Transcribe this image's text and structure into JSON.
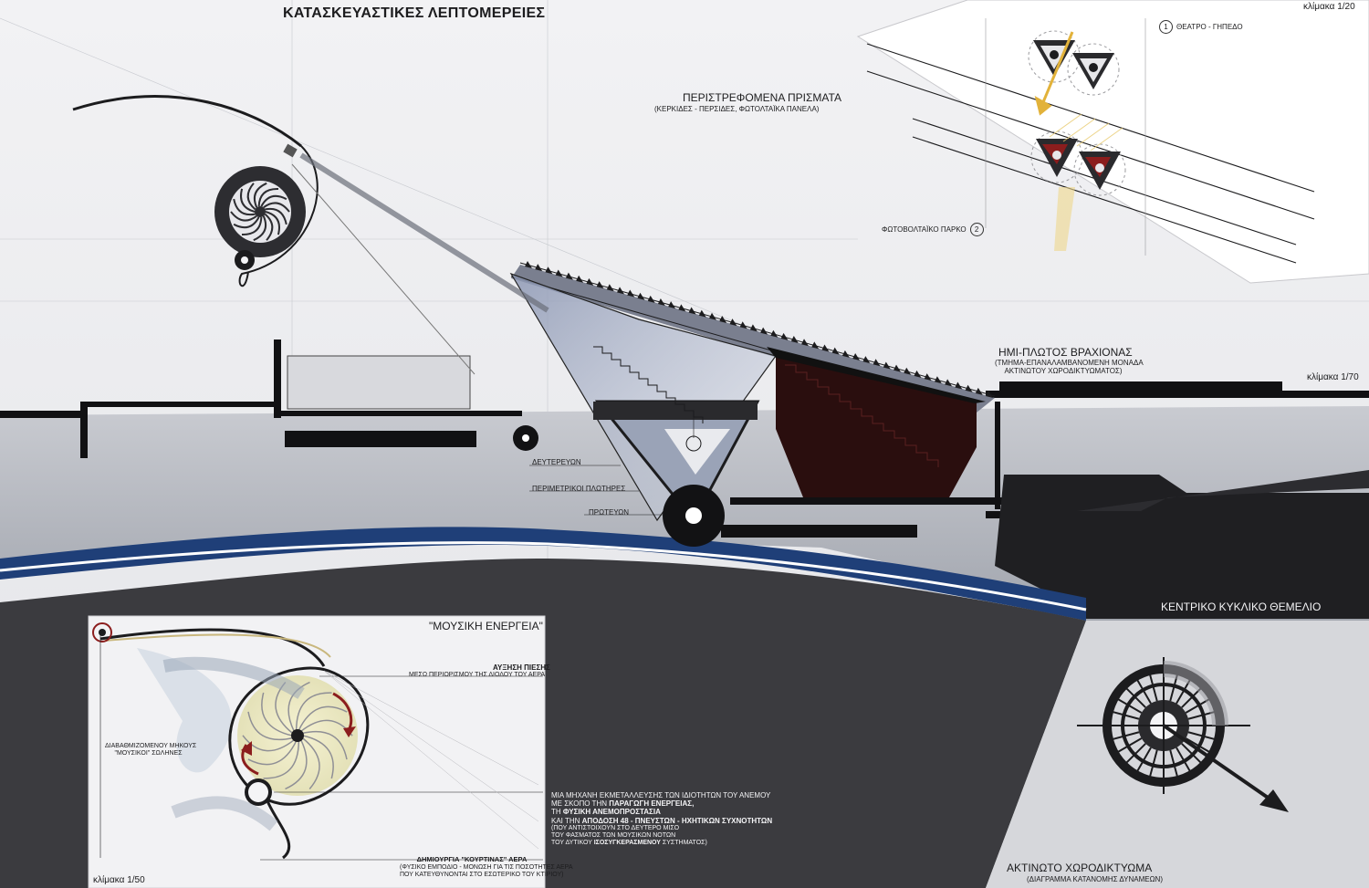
{
  "header": {
    "title": "ΚΑΤΑΣΚΕΥΑΣΤΙΚΕΣ ΛΕΠΤΟΜΕΡΕΙΕΣ",
    "scale_top": "κλίμακα 1/20",
    "scale_mid": "κλίμακα 1/70",
    "scale_bottom": "κλίμακα 1/50"
  },
  "prisms": {
    "title": "ΠΕΡΙΣΤΡΕΦΟΜΕΝΑ ΠΡΙΣΜΑΤΑ",
    "subtitle": "(ΚΕΡΚΙΔΕΣ - ΠΕΡΣΙΔΕΣ, ΦΩΤΟΛΤΑΪΚΑ ΠΑΝΕΛΑ)",
    "item1_num": "1",
    "item1_label": "ΘΕΑΤΡΟ - ΓΗΠΕΔΟ",
    "item2_num": "2",
    "item2_label": "ΦΩΤΟΒΟΛΤΑΪΚΟ ΠΑΡΚΟ"
  },
  "section": {
    "arm_title": "ΗΜΙ-ΠΛΩΤΟΣ ΒΡΑΧΙΟΝΑΣ",
    "arm_sub1": "(ΤΜΗΜΑ-ΕΠΑΝΑΛΑΜΒΑΝΟΜΕΝΗ ΜΟΝΑΔΑ",
    "arm_sub2": "ΑΚΤΙΝΩΤΟΥ ΧΩΡΟΔΙΚΤΥΩΜΑΤΟΣ)",
    "secondary": "ΔΕΥΤΕΡΕΥΩΝ",
    "perimeter": "ΠΕΡΙΜΕΤΡΙΚΟΙ ΠΛΩΤΗΡΕΣ",
    "primary": "ΠΡΩΤΕΥΩΝ",
    "foundation": "ΚΕΝΤΡΙΚΟ ΚΥΚΛΙΚΟ ΘΕΜΕΛΙΟ"
  },
  "music": {
    "title": "\"ΜΟΥΣΙΚΗ ΕΝΕΡΓΕΙΑ\"",
    "pressure_title": "ΑΥΞΗΣΗ ΠΙΕΣΗΣ",
    "pressure_sub": "ΜΕΣΩ ΠΕΡΙΟΡΙΣΜΟΥ ΤΗΣ ΔΙΟΔΟΥ ΤΟΥ ΑΕΡΑ",
    "tubes_l1": "ΔΙΑΒΑΘΜΙΖΟΜΕΝΟΥ ΜΗΚΟΥΣ",
    "tubes_l2": "\"ΜΟΥΣΙΚΟΙ\" ΣΩΛΗΝΕΣ",
    "curtain_title": "ΔΗΜΙΟΥΡΓΙΑ \"ΚΟΥΡΤΙΝΑΣ\" ΑΕΡΑ",
    "curtain_sub1": "(ΦΥΣΙΚΟ ΕΜΠΟΔΙΟ - ΜΟΝΩΣΗ ΓΙΑ ΤΙΣ ΠΟΣΟΤΗΤΕΣ ΑΕΡΑ",
    "curtain_sub2": "ΠΟΥ ΚΑΤΕΥΘΥΝΟΝΤΑΙ ΣΤΟ ΕΣΩΤΕΡΙΚΟ ΤΟΥ ΚΤΙΡΙΟΥ)",
    "desc1": "ΜΙΑ ΜΗΧΑΝΗ ΕΚΜΕΤΑΛΛΕΥΣΗΣ ΤΩΝ ΙΔΙΟΤΗΤΩΝ ΤΟΥ ΑΝΕΜΟΥ",
    "desc2_pre": "ΜΕ ΣΚΟΠΟ ΤΗΝ ",
    "desc2_bold": "ΠΑΡΑΓΩΓΗ ΕΝΕΡΓΕΙΑΣ,",
    "desc3_pre": "ΤΗ ",
    "desc3_bold": "ΦΥΣΙΚΗ ΑΝΕΜΟΠΡΟΣΤΑΣΙΑ",
    "desc4_pre": "ΚΑΙ ΤΗΝ ",
    "desc4_bold": "ΑΠΟΔΟΣΗ 48 - ΠΝΕΥΣΤΩΝ - ΗΧΗΤΙΚΩΝ ΣΥΧΝΟΤΗΤΩΝ",
    "desc5": "(ΠΟΥ ΑΝΤΙΣΤΟΙΧΟΥΝ ΣΤΟ ΔΕΥΤΕΡΟ ΜΙΣΟ",
    "desc6": "ΤΟΥ ΦΑΣΜΑΤΟΣ ΤΩΝ ΜΟΥΣΙΚΩΝ ΝΟΤΩΝ",
    "desc7_pre": "ΤΟΥ ΔΥΤΙΚΟΥ ",
    "desc7_bold": "ΙΣΟΣΥΓΚΕΡΑΣΜΕΝΟΥ",
    "desc7_post": " ΣΥΣΤΗΜΑΤΟΣ)"
  },
  "grid": {
    "title": "ΑΚΤΙΝΩΤΟ ΧΩΡΟΔΙΚΤΥΩΜΑ",
    "subtitle": "(ΔΙΑΓΡΑΜΜΑ ΚΑΤΑΝΟΜΗΣ ΔΥΝΑΜΕΩΝ)"
  },
  "colors": {
    "water": "#1f3f78",
    "dark": "#2a2a2d",
    "bulkhead": "#2a0e0e",
    "accent_red": "#8b1d1d",
    "accent_yellow": "#e2b23a"
  }
}
